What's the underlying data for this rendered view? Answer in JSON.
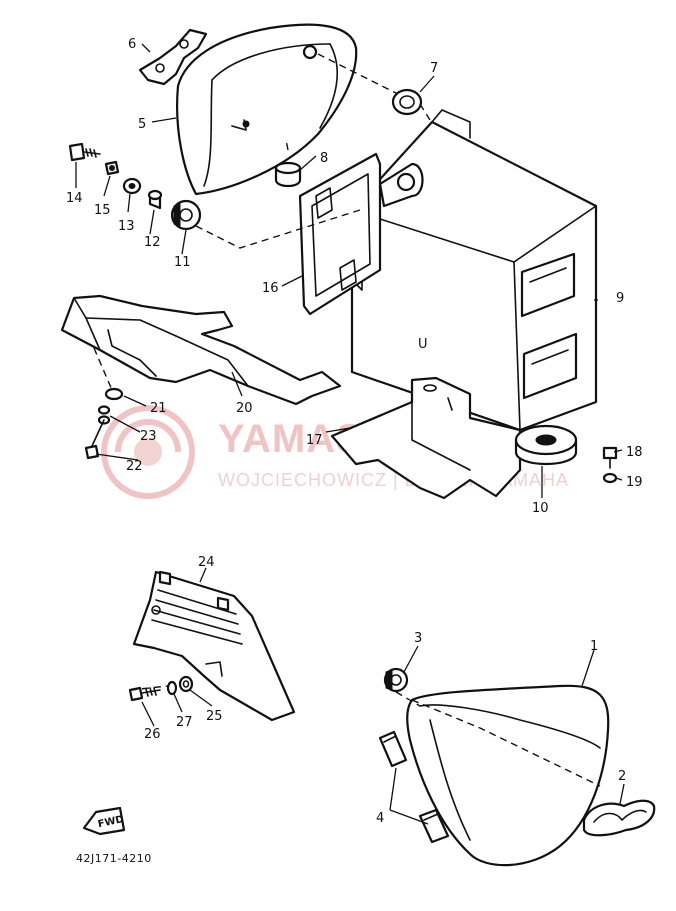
{
  "watermark": {
    "title": "YAMASKLEP",
    "subtitle": "WOJCIECHOWICZ | DEALER YAMAHA"
  },
  "callouts": [
    "1",
    "2",
    "3",
    "4",
    "5",
    "6",
    "7",
    "8",
    "9",
    "10",
    "11",
    "12",
    "13",
    "14",
    "15",
    "16",
    "17",
    "18",
    "19",
    "20",
    "21",
    "22",
    "23",
    "24",
    "25",
    "26",
    "27"
  ],
  "fwd_label": "FWD",
  "diagram_code": "42J171-4210",
  "cover_marking": "U"
}
